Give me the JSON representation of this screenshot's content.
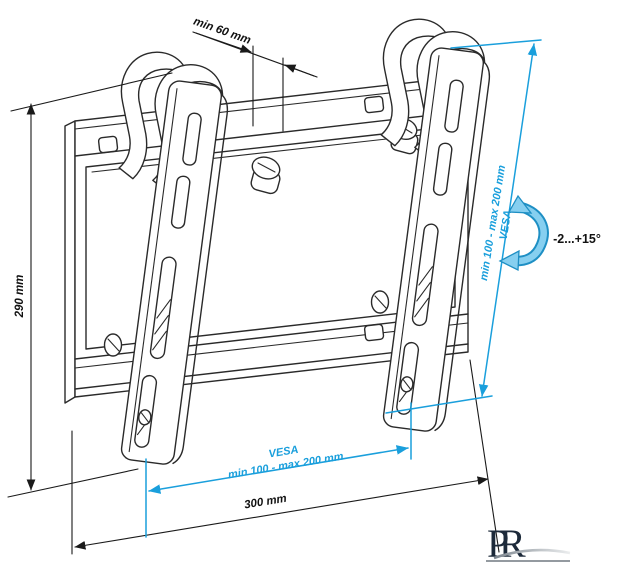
{
  "annotations": {
    "gap": "min 60 mm",
    "height": "290 mm",
    "width": "300 mm",
    "vesa_vertical": {
      "title": "VESA",
      "range": "min 100 - max 200 mm"
    },
    "vesa_horizontal": {
      "title": "VESA",
      "range": "min 100 - max 200 mm"
    },
    "tilt_range": "-2...+15°"
  },
  "logo": {
    "letters": [
      "P",
      "R"
    ]
  },
  "colors": {
    "dimension_blue": "#1A9FDC",
    "tilt_arrow_fill": "#86CFF0",
    "tilt_arrow_outline": "#1E8FC4",
    "drawing_line": "#2A2A2A",
    "dimension_black": "#1A1A1A",
    "logo_navy": "#1D2A3A",
    "background": "#FFFFFF"
  }
}
